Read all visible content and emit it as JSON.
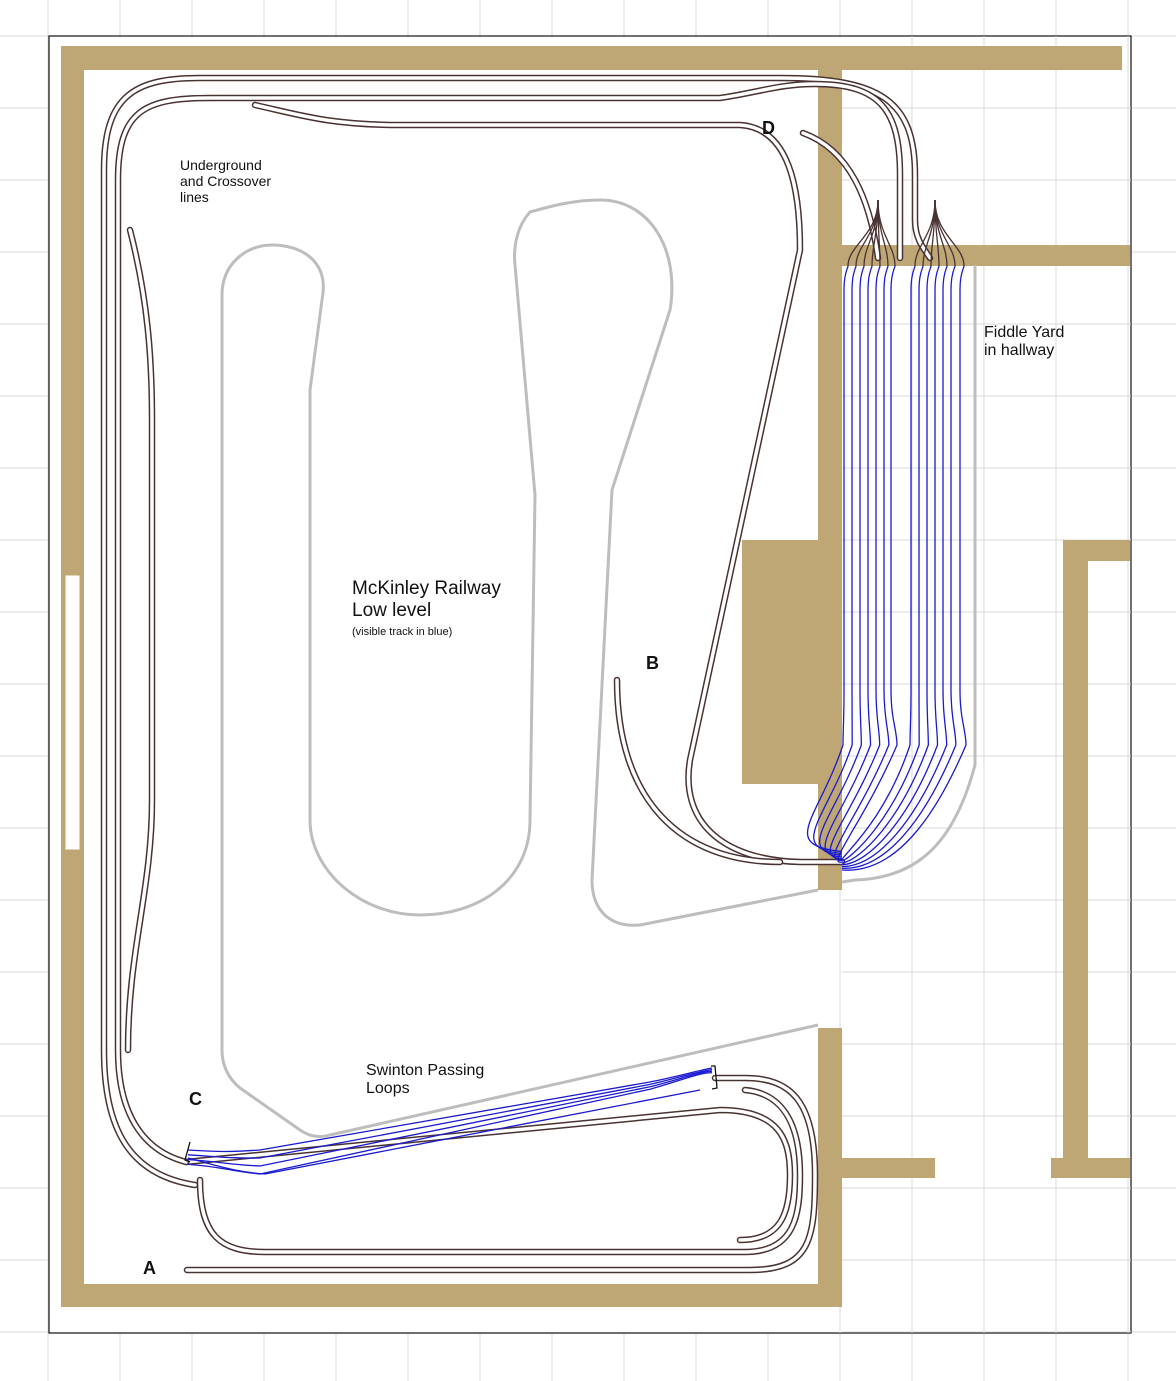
{
  "labels": {
    "underground": [
      "Underground",
      "and Crossover",
      "lines"
    ],
    "fiddle_yard": [
      "Fiddle Yard",
      "in hallway"
    ],
    "main_title": [
      "McKinley Railway",
      "Low level"
    ],
    "main_note": "(visible track in blue)",
    "passing_loops": [
      "Swinton Passing",
      "Loops"
    ],
    "point_a": "A",
    "point_b": "B",
    "point_c": "C",
    "point_d": "D"
  },
  "colors": {
    "wall": "#bfa775",
    "hidden_track": "#4a3232",
    "visible_track": "#1a1ad0",
    "upper_level": "#bdbdbd",
    "grid": "#d8d8d8"
  }
}
